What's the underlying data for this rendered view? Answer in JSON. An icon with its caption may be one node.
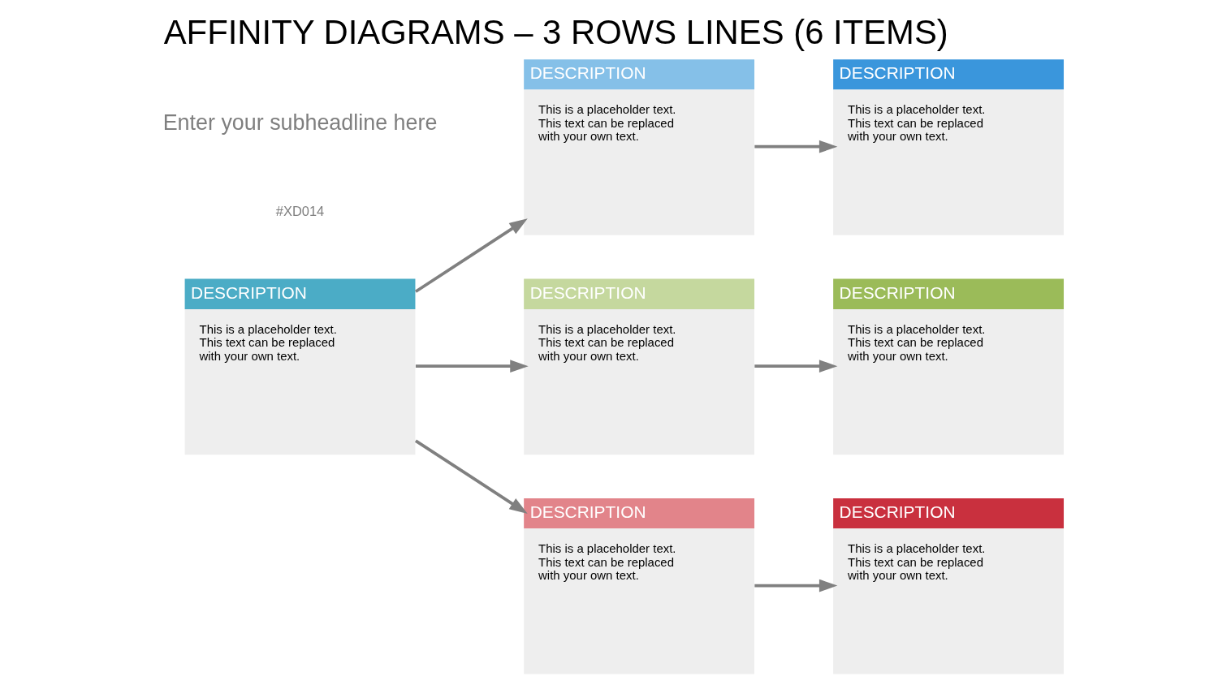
{
  "diagram": {
    "title": "AFFINITY DIAGRAMS – 3 ROWS LINES (6 ITEMS)",
    "nodes": [
      {
        "text": [
          "DESCRIPTION",
          "This is a placeholder text. This text can be replaced with your own text."
        ]
      },
      {
        "text": [
          "DESCRIPTION",
          "This is a placeholder text. This text can be replaced with your own text."
        ]
      },
      {
        "text": [
          "DESCRIPTION",
          "This is a placeholder text. This text can be replaced with your own text."
        ]
      },
      {
        "text": [
          "DESCRIPTION",
          "This is a placeholder text. This text can be replaced with your own text."
        ]
      },
      {
        "text": [
          "DESCRIPTION",
          "This is a placeholder text. This text can be replaced with your own text."
        ]
      },
      {
        "text": [
          "DESCRIPTION",
          "This is a placeholder text. This text can be replaced with your own text."
        ]
      },
      {
        "text": [
          "DESCRIPTION",
          "This is a placeholder text. This text can be replaced with your own text."
        ]
      }
    ],
    "edges": [
      {
        "from": 0,
        "to": 1,
        "arrow": "to"
      },
      {
        "from": 0,
        "to": 3,
        "arrow": "to"
      },
      {
        "from": 0,
        "to": 5,
        "arrow": "to"
      },
      {
        "from": 1,
        "to": 2,
        "arrow": "to"
      },
      {
        "from": 3,
        "to": 4,
        "arrow": "to"
      },
      {
        "from": 5,
        "to": 6,
        "arrow": "to"
      }
    ],
    "labels": [
      "#XD014",
      "Enter your subheadline here"
    ]
  }
}
